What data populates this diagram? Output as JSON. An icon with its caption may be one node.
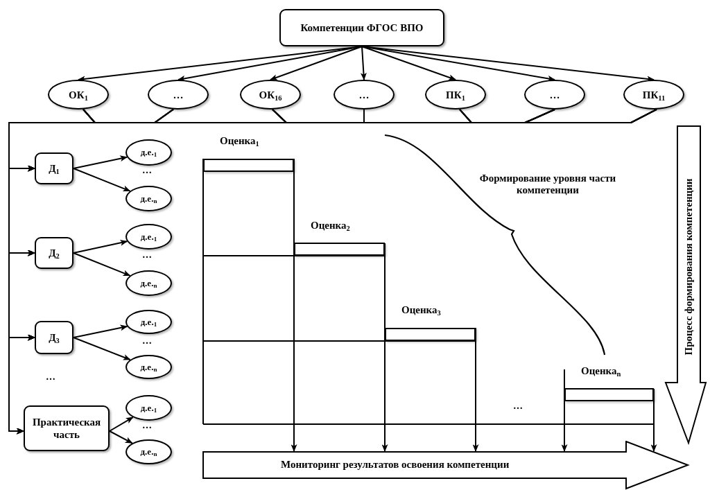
{
  "diagram": {
    "nodes": [
      {
        "text": [
          "Компетенции ФГОС ВПО"
        ]
      },
      {
        "text": [
          "ОК$_{1}$"
        ]
      },
      {
        "text": [
          "…"
        ]
      },
      {
        "text": [
          "ОК$_{16}$"
        ]
      },
      {
        "text": [
          "…"
        ]
      },
      {
        "text": [
          "ПК$_{1}$"
        ]
      },
      {
        "text": [
          "…"
        ]
      },
      {
        "text": [
          "ПК$_{11}$"
        ]
      },
      {
        "text": [
          "Д$_{1}$"
        ]
      },
      {
        "text": [
          "д.е.$_{1}$"
        ]
      },
      {
        "text": [
          "д.е.$_{n}$"
        ]
      },
      {
        "text": [
          "Д$_{2}$"
        ]
      },
      {
        "text": [
          "д.е.$_{1}$"
        ]
      },
      {
        "text": [
          "д.е.$_{n}$"
        ]
      },
      {
        "text": [
          "Д$_{3}$"
        ]
      },
      {
        "text": [
          "д.е.$_{1}$"
        ]
      },
      {
        "text": [
          "д.е.$_{n}$"
        ]
      },
      {
        "text": [
          "Практическая часть"
        ]
      },
      {
        "text": [
          "д.е.$_{1}$"
        ]
      },
      {
        "text": [
          "д.е.$_{n}$"
        ]
      },
      {
        "text": [
          "Оценка$_{1}$"
        ]
      },
      {
        "text": [
          "Оценка$_{2}$"
        ]
      },
      {
        "text": [
          "Оценка$_{3}$"
        ]
      },
      {
        "text": [
          "Оценка$_{n}$"
        ]
      },
      {
        "text": [
          "Мониторинг результатов освоения компетенции"
        ]
      },
      {
        "text": [
          "Процесс формирования компетенции"
        ]
      }
    ],
    "edges": [
      {
        "from": 0,
        "to": 1,
        "arrow": "to"
      },
      {
        "from": 0,
        "to": 2,
        "arrow": "to"
      },
      {
        "from": 0,
        "to": 3,
        "arrow": "to"
      },
      {
        "from": 0,
        "to": 4,
        "arrow": "to"
      },
      {
        "from": 0,
        "to": 5,
        "arrow": "to"
      },
      {
        "from": 0,
        "to": 6,
        "arrow": "to"
      },
      {
        "from": 0,
        "to": 7,
        "arrow": "to"
      },
      {
        "from": 1,
        "to": 8,
        "arrow": "to"
      },
      {
        "from": 1,
        "to": 11,
        "arrow": "to"
      },
      {
        "from": 1,
        "to": 14,
        "arrow": "to"
      },
      {
        "from": 1,
        "to": 17,
        "arrow": "to"
      },
      {
        "from": 2,
        "to": 8,
        "arrow": "to"
      },
      {
        "from": 2,
        "to": 11,
        "arrow": "to"
      },
      {
        "from": 2,
        "to": 14,
        "arrow": "to"
      },
      {
        "from": 2,
        "to": 17,
        "arrow": "to"
      },
      {
        "from": 3,
        "to": 8,
        "arrow": "to"
      },
      {
        "from": 3,
        "to": 11,
        "arrow": "to"
      },
      {
        "from": 3,
        "to": 14,
        "arrow": "to"
      },
      {
        "from": 3,
        "to": 17,
        "arrow": "to"
      },
      {
        "from": 4,
        "to": 8,
        "arrow": "to"
      },
      {
        "from": 4,
        "to": 11,
        "arrow": "to"
      },
      {
        "from": 4,
        "to": 14,
        "arrow": "to"
      },
      {
        "from": 4,
        "to": 17,
        "arrow": "to"
      },
      {
        "from": 5,
        "to": 8,
        "arrow": "to"
      },
      {
        "from": 5,
        "to": 11,
        "arrow": "to"
      },
      {
        "from": 5,
        "to": 14,
        "arrow": "to"
      },
      {
        "from": 5,
        "to": 17,
        "arrow": "to"
      },
      {
        "from": 6,
        "to": 8,
        "arrow": "to"
      },
      {
        "from": 6,
        "to": 11,
        "arrow": "to"
      },
      {
        "from": 6,
        "to": 14,
        "arrow": "to"
      },
      {
        "from": 6,
        "to": 17,
        "arrow": "to"
      },
      {
        "from": 7,
        "to": 8,
        "arrow": "to"
      },
      {
        "from": 7,
        "to": 11,
        "arrow": "to"
      },
      {
        "from": 7,
        "to": 14,
        "arrow": "to"
      },
      {
        "from": 7,
        "to": 17,
        "arrow": "to"
      },
      {
        "from": 8,
        "to": 9,
        "arrow": "to"
      },
      {
        "from": 8,
        "to": 10,
        "arrow": "to"
      },
      {
        "from": 11,
        "to": 12,
        "arrow": "to"
      },
      {
        "from": 11,
        "to": 13,
        "arrow": "to"
      },
      {
        "from": 14,
        "to": 15,
        "arrow": "to"
      },
      {
        "from": 14,
        "to": 16,
        "arrow": "to"
      },
      {
        "from": 17,
        "to": 18,
        "arrow": "to"
      },
      {
        "from": 17,
        "to": 19,
        "arrow": "to"
      },
      {
        "from": 20,
        "to": 24,
        "arrow": "to"
      },
      {
        "from": 21,
        "to": 24,
        "arrow": "to"
      },
      {
        "from": 22,
        "to": 24,
        "arrow": "to"
      },
      {
        "from": 23,
        "to": 24,
        "arrow": "to"
      },
      {
        "from": 23,
        "to": 24,
        "arrow": "to"
      }
    ],
    "labels": [
      "…",
      "…",
      "…",
      "…",
      "…",
      "Формирование уровня части компетенции",
      "…"
    ]
  }
}
